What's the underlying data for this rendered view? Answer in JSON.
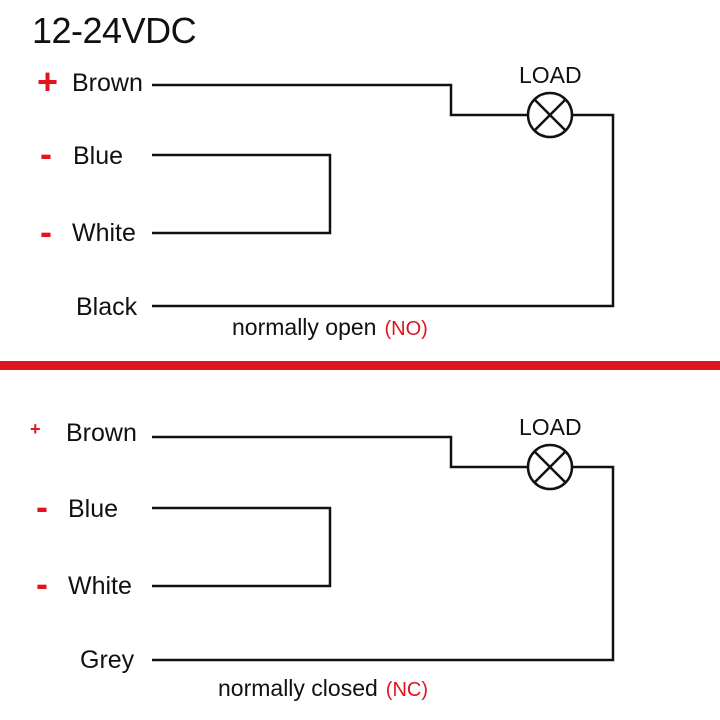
{
  "title": "12-24VDC",
  "colors": {
    "accent": "#e0141e",
    "ink": "#111111",
    "background": "#ffffff"
  },
  "normally_open": {
    "wires": [
      {
        "sign": "+",
        "label": "Brown"
      },
      {
        "sign": "-",
        "label": "Blue"
      },
      {
        "sign": "-",
        "label": "White"
      },
      {
        "sign": "",
        "label": "Black"
      }
    ],
    "load_label": "LOAD",
    "caption": "normally open",
    "caption_tag": "(NO)"
  },
  "normally_closed": {
    "wires": [
      {
        "sign": "+",
        "label": "Brown"
      },
      {
        "sign": "-",
        "label": "Blue"
      },
      {
        "sign": "-",
        "label": "White"
      },
      {
        "sign": "",
        "label": "Grey"
      }
    ],
    "load_label": "LOAD",
    "caption": "normally closed",
    "caption_tag": "(NC)"
  }
}
